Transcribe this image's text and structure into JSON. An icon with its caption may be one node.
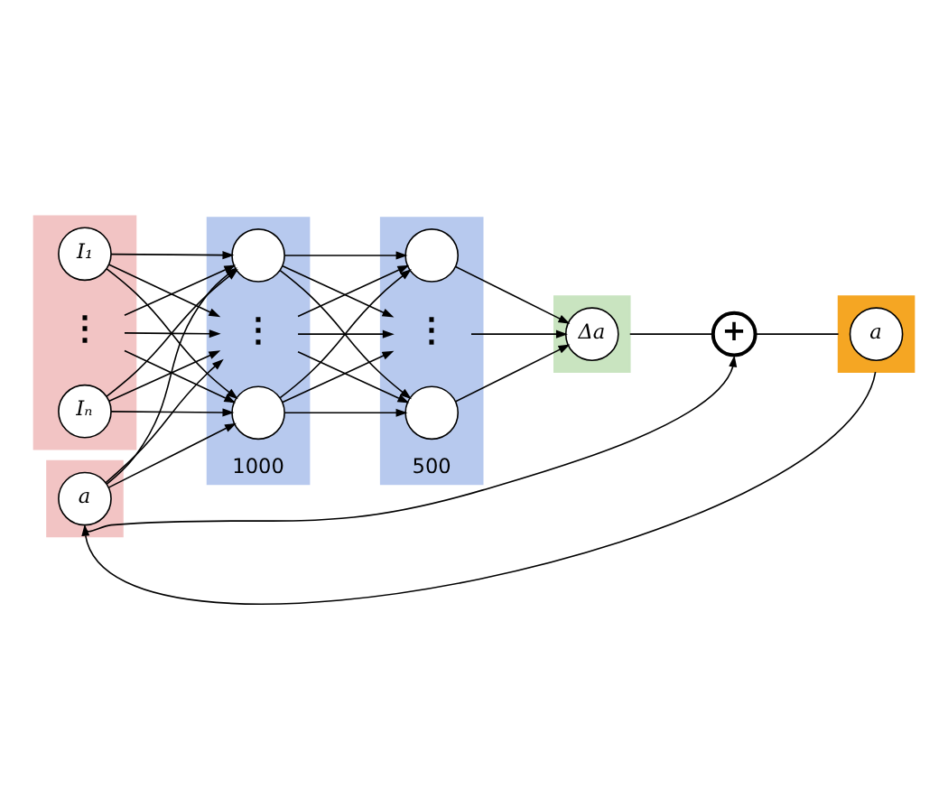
{
  "diagram": {
    "nodes": [
      {
        "text": [],
        "shape": "box"
      },
      {
        "text": [
          "I₁"
        ],
        "in": 0
      },
      {
        "text": [
          "⋮"
        ],
        "in": 0
      },
      {
        "text": [
          "Iₙ"
        ],
        "in": 0
      },
      {
        "text": [],
        "shape": "box"
      },
      {
        "text": [
          "a"
        ],
        "in": 4
      },
      {
        "text": [],
        "shape": "box",
        "beside": [
          "1000"
        ]
      },
      {
        "text": [],
        "shape": "circle",
        "in": 6
      },
      {
        "text": [
          "⋮"
        ],
        "in": 6
      },
      {
        "text": [],
        "shape": "circle",
        "in": 6
      },
      {
        "text": [],
        "shape": "box",
        "beside": [
          "500"
        ]
      },
      {
        "text": [],
        "shape": "circle",
        "in": 10
      },
      {
        "text": [
          "⋮"
        ],
        "in": 10
      },
      {
        "text": [],
        "shape": "circle",
        "in": 10
      },
      {
        "text": [],
        "shape": "box"
      },
      {
        "text": [
          "Δa"
        ],
        "in": 14
      },
      {
        "text": [
          "+"
        ]
      },
      {
        "text": [],
        "shape": "box"
      },
      {
        "text": [
          "a"
        ],
        "in": 17
      }
    ],
    "edges": [
      {
        "from": 1,
        "to": 7,
        "arrow": "to"
      },
      {
        "from": 1,
        "to": 8,
        "arrow": "to"
      },
      {
        "from": 1,
        "to": 9,
        "arrow": "to"
      },
      {
        "from": 2,
        "to": 7,
        "arrow": "to"
      },
      {
        "from": 2,
        "to": 8,
        "arrow": "to"
      },
      {
        "from": 2,
        "to": 9,
        "arrow": "to"
      },
      {
        "from": 3,
        "to": 7,
        "arrow": "to"
      },
      {
        "from": 3,
        "to": 8,
        "arrow": "to"
      },
      {
        "from": 3,
        "to": 9,
        "arrow": "to"
      },
      {
        "from": 5,
        "to": 7,
        "arrow": "to"
      },
      {
        "from": 5,
        "to": 8,
        "arrow": "to"
      },
      {
        "from": 5,
        "to": 9,
        "arrow": "to"
      },
      {
        "from": 7,
        "to": 11,
        "arrow": "to"
      },
      {
        "from": 7,
        "to": 12,
        "arrow": "to"
      },
      {
        "from": 7,
        "to": 13,
        "arrow": "to"
      },
      {
        "from": 8,
        "to": 11,
        "arrow": "to"
      },
      {
        "from": 8,
        "to": 12,
        "arrow": "to"
      },
      {
        "from": 8,
        "to": 13,
        "arrow": "to"
      },
      {
        "from": 9,
        "to": 11,
        "arrow": "to"
      },
      {
        "from": 9,
        "to": 12,
        "arrow": "to"
      },
      {
        "from": 9,
        "to": 13,
        "arrow": "to"
      },
      {
        "from": 11,
        "to": 15,
        "arrow": "to"
      },
      {
        "from": 12,
        "to": 15,
        "arrow": "to"
      },
      {
        "from": 13,
        "to": 15,
        "arrow": "to"
      },
      {
        "from": 14,
        "to": 16,
        "arrow": "none"
      },
      {
        "from": 16,
        "to": 17,
        "arrow": "none"
      },
      {
        "from": 5,
        "to": 16,
        "arrow": "to"
      },
      {
        "from": 17,
        "to": 5,
        "arrow": "to"
      }
    ]
  }
}
